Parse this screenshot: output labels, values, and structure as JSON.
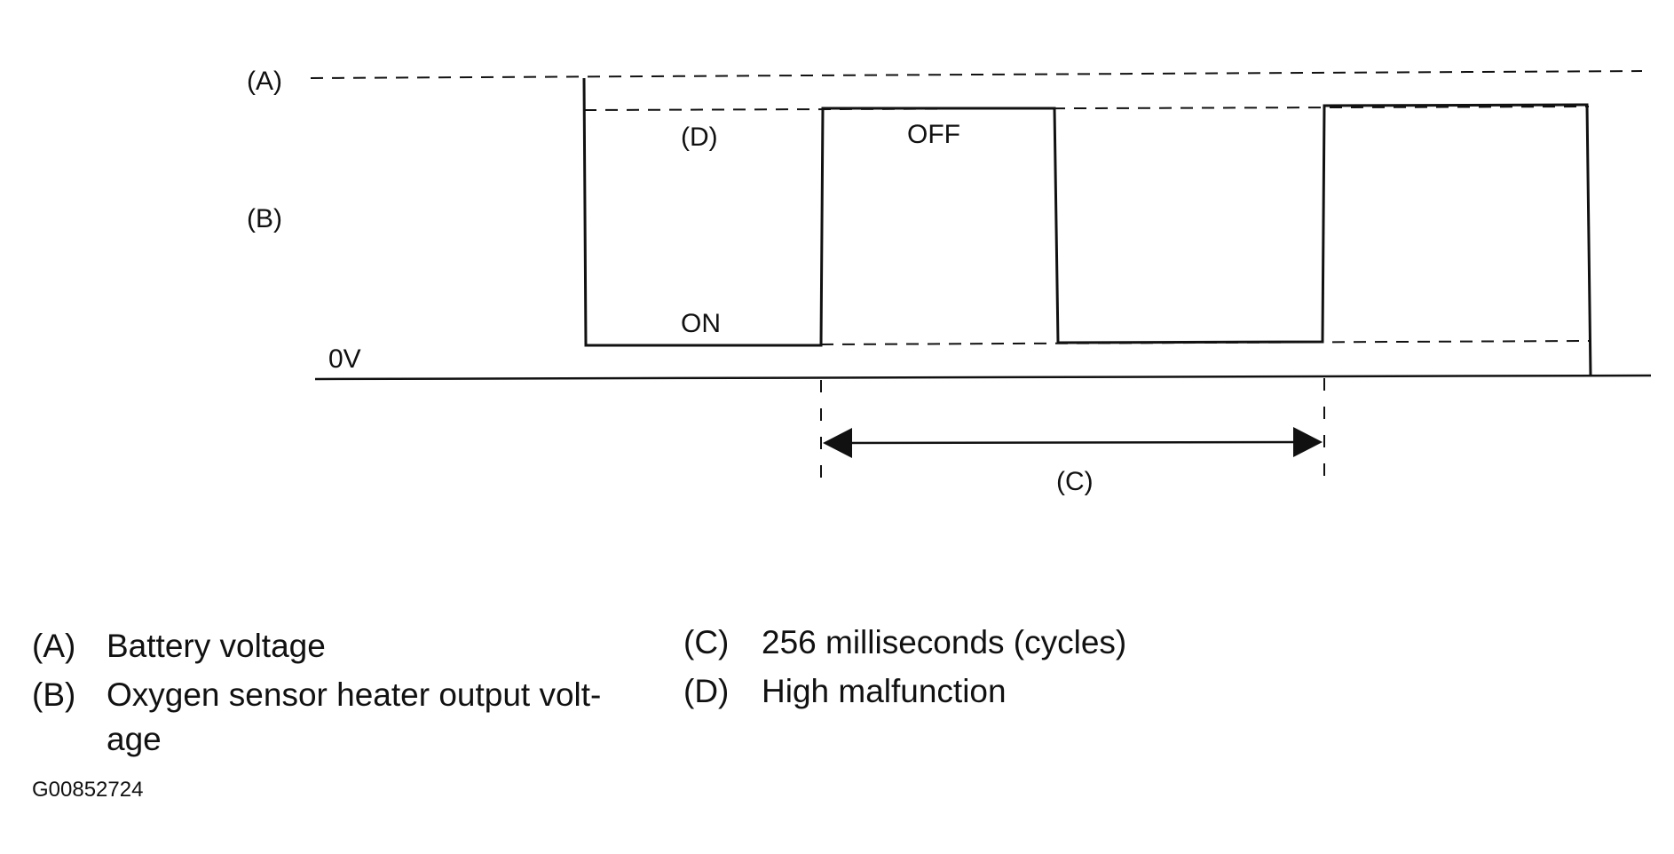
{
  "diagram": {
    "level_labels": {
      "a": "(A)",
      "b": "(B)",
      "d": "(D)",
      "zero": "0V"
    },
    "state_labels": {
      "on": "ON",
      "off": "OFF"
    },
    "dimension_label": "(C)",
    "legend": [
      {
        "key": "(A)",
        "text": "Battery voltage"
      },
      {
        "key": "(B)",
        "text_line1": "Oxygen sensor heater output volt-",
        "text_line2": "age"
      },
      {
        "key": "(C)",
        "text": "256 milliseconds (cycles)"
      },
      {
        "key": "(D)",
        "text": "High malfunction"
      }
    ],
    "figure_id": "G00852724"
  }
}
